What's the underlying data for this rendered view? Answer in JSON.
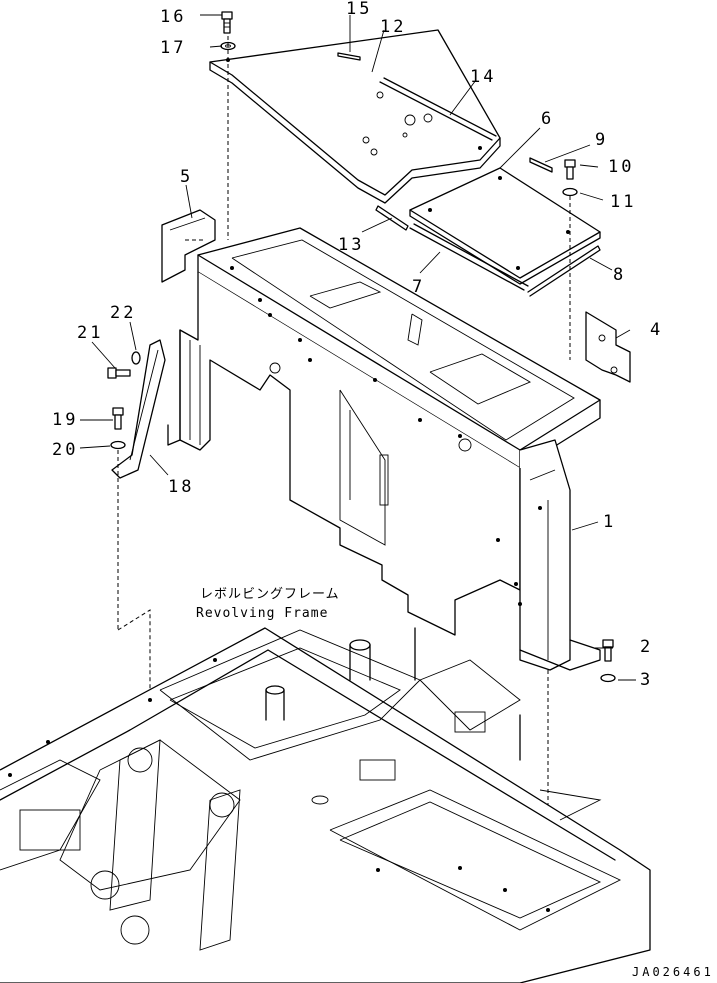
{
  "figure": {
    "frame_label_jp": "レボルビングフレーム",
    "frame_label_en": "Revolving Frame",
    "drawing_code": "JA026461"
  },
  "callouts": [
    {
      "key": "1",
      "text": "1"
    },
    {
      "key": "2",
      "text": "2"
    },
    {
      "key": "3",
      "text": "3"
    },
    {
      "key": "4",
      "text": "4"
    },
    {
      "key": "5",
      "text": "5"
    },
    {
      "key": "6",
      "text": "6"
    },
    {
      "key": "7",
      "text": "7"
    },
    {
      "key": "8",
      "text": "8"
    },
    {
      "key": "9",
      "text": "9"
    },
    {
      "key": "10",
      "text": "10"
    },
    {
      "key": "11",
      "text": "11"
    },
    {
      "key": "12",
      "text": "12"
    },
    {
      "key": "13",
      "text": "13"
    },
    {
      "key": "14",
      "text": "14"
    },
    {
      "key": "15",
      "text": "15"
    },
    {
      "key": "16",
      "text": "16"
    },
    {
      "key": "17",
      "text": "17"
    },
    {
      "key": "18",
      "text": "18"
    },
    {
      "key": "19",
      "text": "19"
    },
    {
      "key": "20",
      "text": "20"
    },
    {
      "key": "21",
      "text": "21"
    },
    {
      "key": "22",
      "text": "22"
    }
  ]
}
